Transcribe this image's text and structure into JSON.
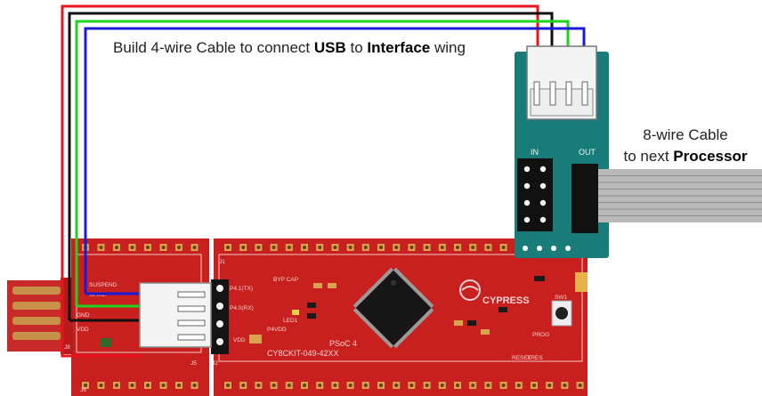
{
  "caption_main": {
    "prefix": "Build 4-wire Cable to connect ",
    "usb": "USB",
    "mid": " to ",
    "interface": "Interface",
    "suffix": " wing"
  },
  "caption_cable": {
    "line1": "8-wire Cable",
    "line2_prefix": "to next ",
    "processor": "Processor"
  },
  "interface_wing": {
    "in_label": "IN",
    "out_label": "OUT"
  },
  "board": {
    "brand": "CYPRESS",
    "model": "PSoC 4",
    "part": "CY8CKIT-049-42XX",
    "silk_labels": [
      "SUSPEND",
      "WAKE",
      "GND",
      "VDD",
      "J1",
      "J8",
      "J2",
      "J5",
      "J6",
      "SW1",
      "P4VDD",
      "LED1",
      "PROG",
      "RESET",
      "XRES",
      "P4.0(RX)",
      "P4.1(TX)",
      "BYP CAP",
      "VDD"
    ]
  },
  "colors": {
    "wire_red": "#e8141b",
    "wire_black": "#111111",
    "wire_green": "#1dd41d",
    "wire_blue": "#1a1ad6",
    "board_red": "#c8201e",
    "wing_teal": "#1a7c78",
    "ribbon_grey": "#b9b9b9",
    "usb_gold": "#c8914a"
  }
}
